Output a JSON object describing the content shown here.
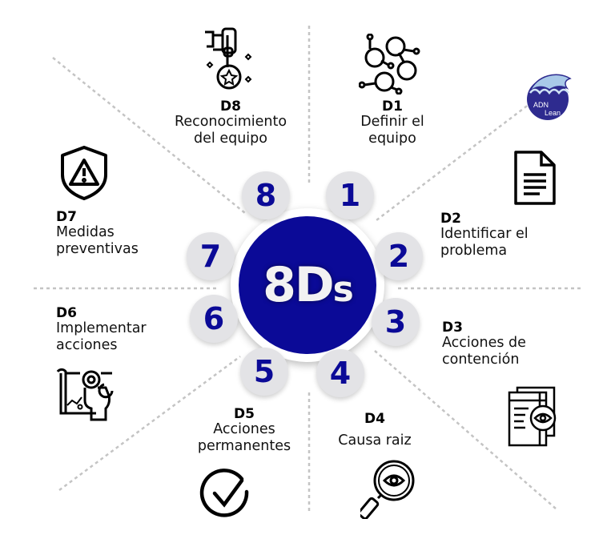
{
  "title": "8Ds",
  "title_main": "8D",
  "title_suffix": "s",
  "brand": {
    "logo_line1": "ADN",
    "logo_line2": "Lean",
    "logo_icon": "dolphin-wave-logo"
  },
  "colors": {
    "primary": "#0b0a97",
    "badge_bg": "#e3e3e6",
    "divider": "#bdbdbd",
    "text": "#111111"
  },
  "numbers": [
    "1",
    "2",
    "3",
    "4",
    "5",
    "6",
    "7",
    "8"
  ],
  "steps": [
    {
      "code": "D1",
      "line1": "Definir el",
      "line2": "equipo",
      "icon": "team-network-icon"
    },
    {
      "code": "D2",
      "line1": "Identificar el",
      "line2": "problema",
      "icon": "document-icon"
    },
    {
      "code": "D3",
      "line1": "Acciones de",
      "line2": "contención",
      "icon": "document-eye-icon"
    },
    {
      "code": "D4",
      "line1": "Causa raiz",
      "line2": "",
      "icon": "magnifier-eye-icon"
    },
    {
      "code": "D5",
      "line1": "Acciones",
      "line2": "permanentes",
      "icon": "check-circle-icon"
    },
    {
      "code": "D6",
      "line1": "Implementar",
      "line2": "acciones",
      "icon": "hand-gear-plan-icon"
    },
    {
      "code": "D7",
      "line1": "Medidas",
      "line2": "preventivas",
      "icon": "shield-warning-icon"
    },
    {
      "code": "D8",
      "line1": "Reconocimiento",
      "line2": "del equipo",
      "icon": "hand-medal-icon"
    }
  ]
}
